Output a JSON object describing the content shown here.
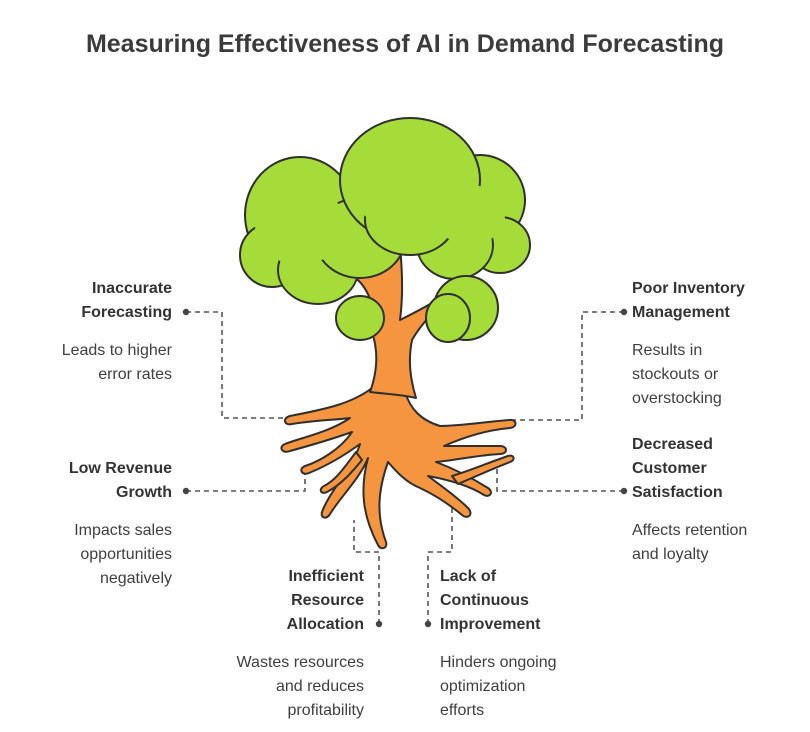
{
  "title": "Measuring Effectiveness of AI in Demand Forecasting",
  "items": [
    {
      "heading": "Inaccurate\nForecasting",
      "description": "Leads to higher\nerror rates"
    },
    {
      "heading": "Poor Inventory\nManagement",
      "description": "Results in\nstockouts or\noverstocking"
    },
    {
      "heading": "Low Revenue\nGrowth",
      "description": "Impacts sales\nopportunities\nnegatively"
    },
    {
      "heading": "Decreased\nCustomer\nSatisfaction",
      "description": "Affects retention\nand loyalty"
    },
    {
      "heading": "Inefficient\nResource\nAllocation",
      "description": "Wastes resources\nand reduces\nprofitability"
    },
    {
      "heading": "Lack of\nContinuous\nImprovement",
      "description": "Hinders ongoing\noptimization\nefforts"
    }
  ],
  "colors": {
    "foliage": "#a5dc3a",
    "trunk": "#f5953f",
    "outline": "#2f2f2f",
    "connector": "#555555"
  }
}
